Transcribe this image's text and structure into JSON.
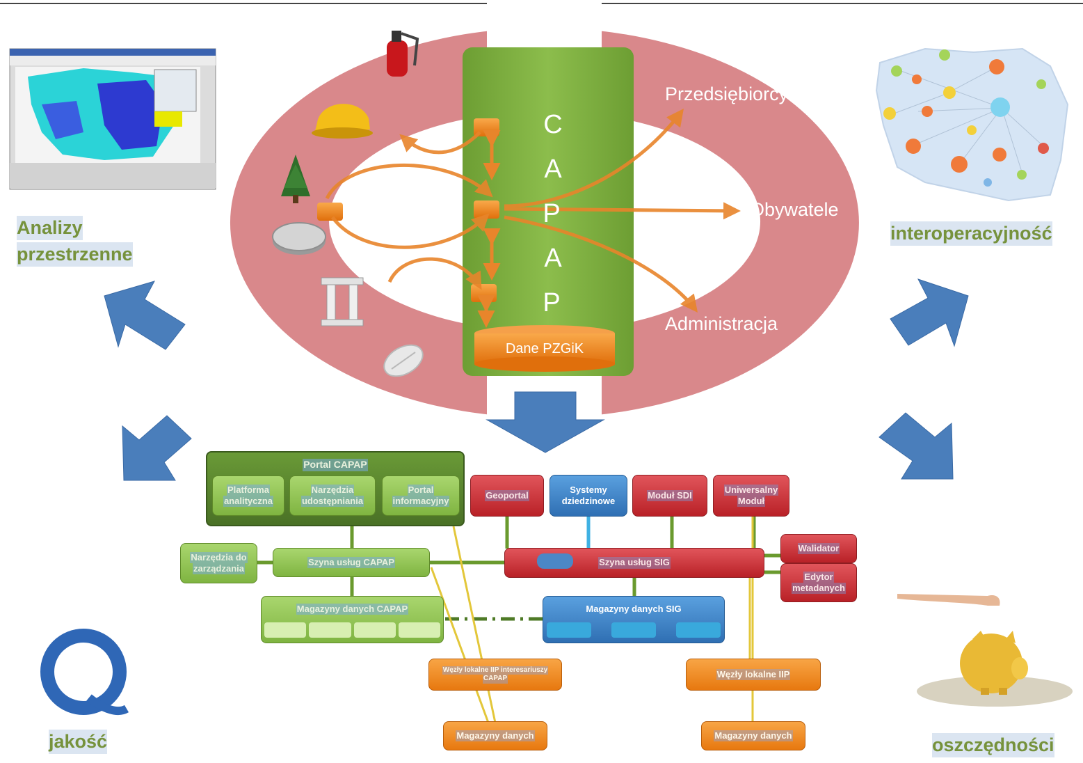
{
  "diagram": {
    "cap_letters": [
      "C",
      "A",
      "P",
      "A",
      "P"
    ],
    "dane_pzgik": "Dane PZGiK",
    "right_targets": {
      "przedsiebiorcy": "Przedsiębiorcy",
      "obywatele": "Obywatele",
      "administracja": "Administracja"
    },
    "corners": {
      "analizy_line1": "Analizy",
      "analizy_line2": "przestrzenne",
      "interoperacyjnosc": "interoperacyjność",
      "jakosc": "jakość",
      "oszczednosci": "oszczędności"
    },
    "architecture": {
      "portal_title": "Portal CAPAP",
      "portal_items": [
        {
          "line1": "Platforma",
          "line2": "analityczna"
        },
        {
          "line1": "Narzędzia",
          "line2": "udostępniania"
        },
        {
          "line1": "Portal",
          "line2": "informacyjny"
        }
      ],
      "red_modules": [
        {
          "line1": "Geoportal",
          "line2": ""
        },
        {
          "line1": "Moduł SDI",
          "line2": ""
        },
        {
          "line1": "Uniwersalny",
          "line2": "Moduł"
        }
      ],
      "systemy": {
        "line1": "Systemy",
        "line2": "dziedzinowe"
      },
      "narzedzia_zarzadzania": {
        "line1": "Narzędzia do",
        "line2": "zarządzania"
      },
      "szyna_capap": "Szyna usług CAPAP",
      "szyna_sig": "Szyna usług SIG",
      "walidator": "Walidator",
      "edytor": {
        "line1": "Edytor",
        "line2": "metadanych"
      },
      "magazyny_capap": "Magazyny danych CAPAP",
      "magazyny_sig": "Magazyny danych SIG",
      "wezly_capap": {
        "line1": "Węzły lokalne IIP interesariuszy",
        "line2": "CAPAP"
      },
      "wezly_iip": "Węzły lokalne IIP",
      "magazyny_danych_1": "Magazyny danych",
      "magazyny_danych_2": "Magazyny danych"
    },
    "colors": {
      "ring": "#d9888b",
      "center_green": "#77a83a",
      "arrow_blue": "#4a7ebb",
      "flow_orange": "#e8852b",
      "label_green": "#76923c"
    }
  }
}
